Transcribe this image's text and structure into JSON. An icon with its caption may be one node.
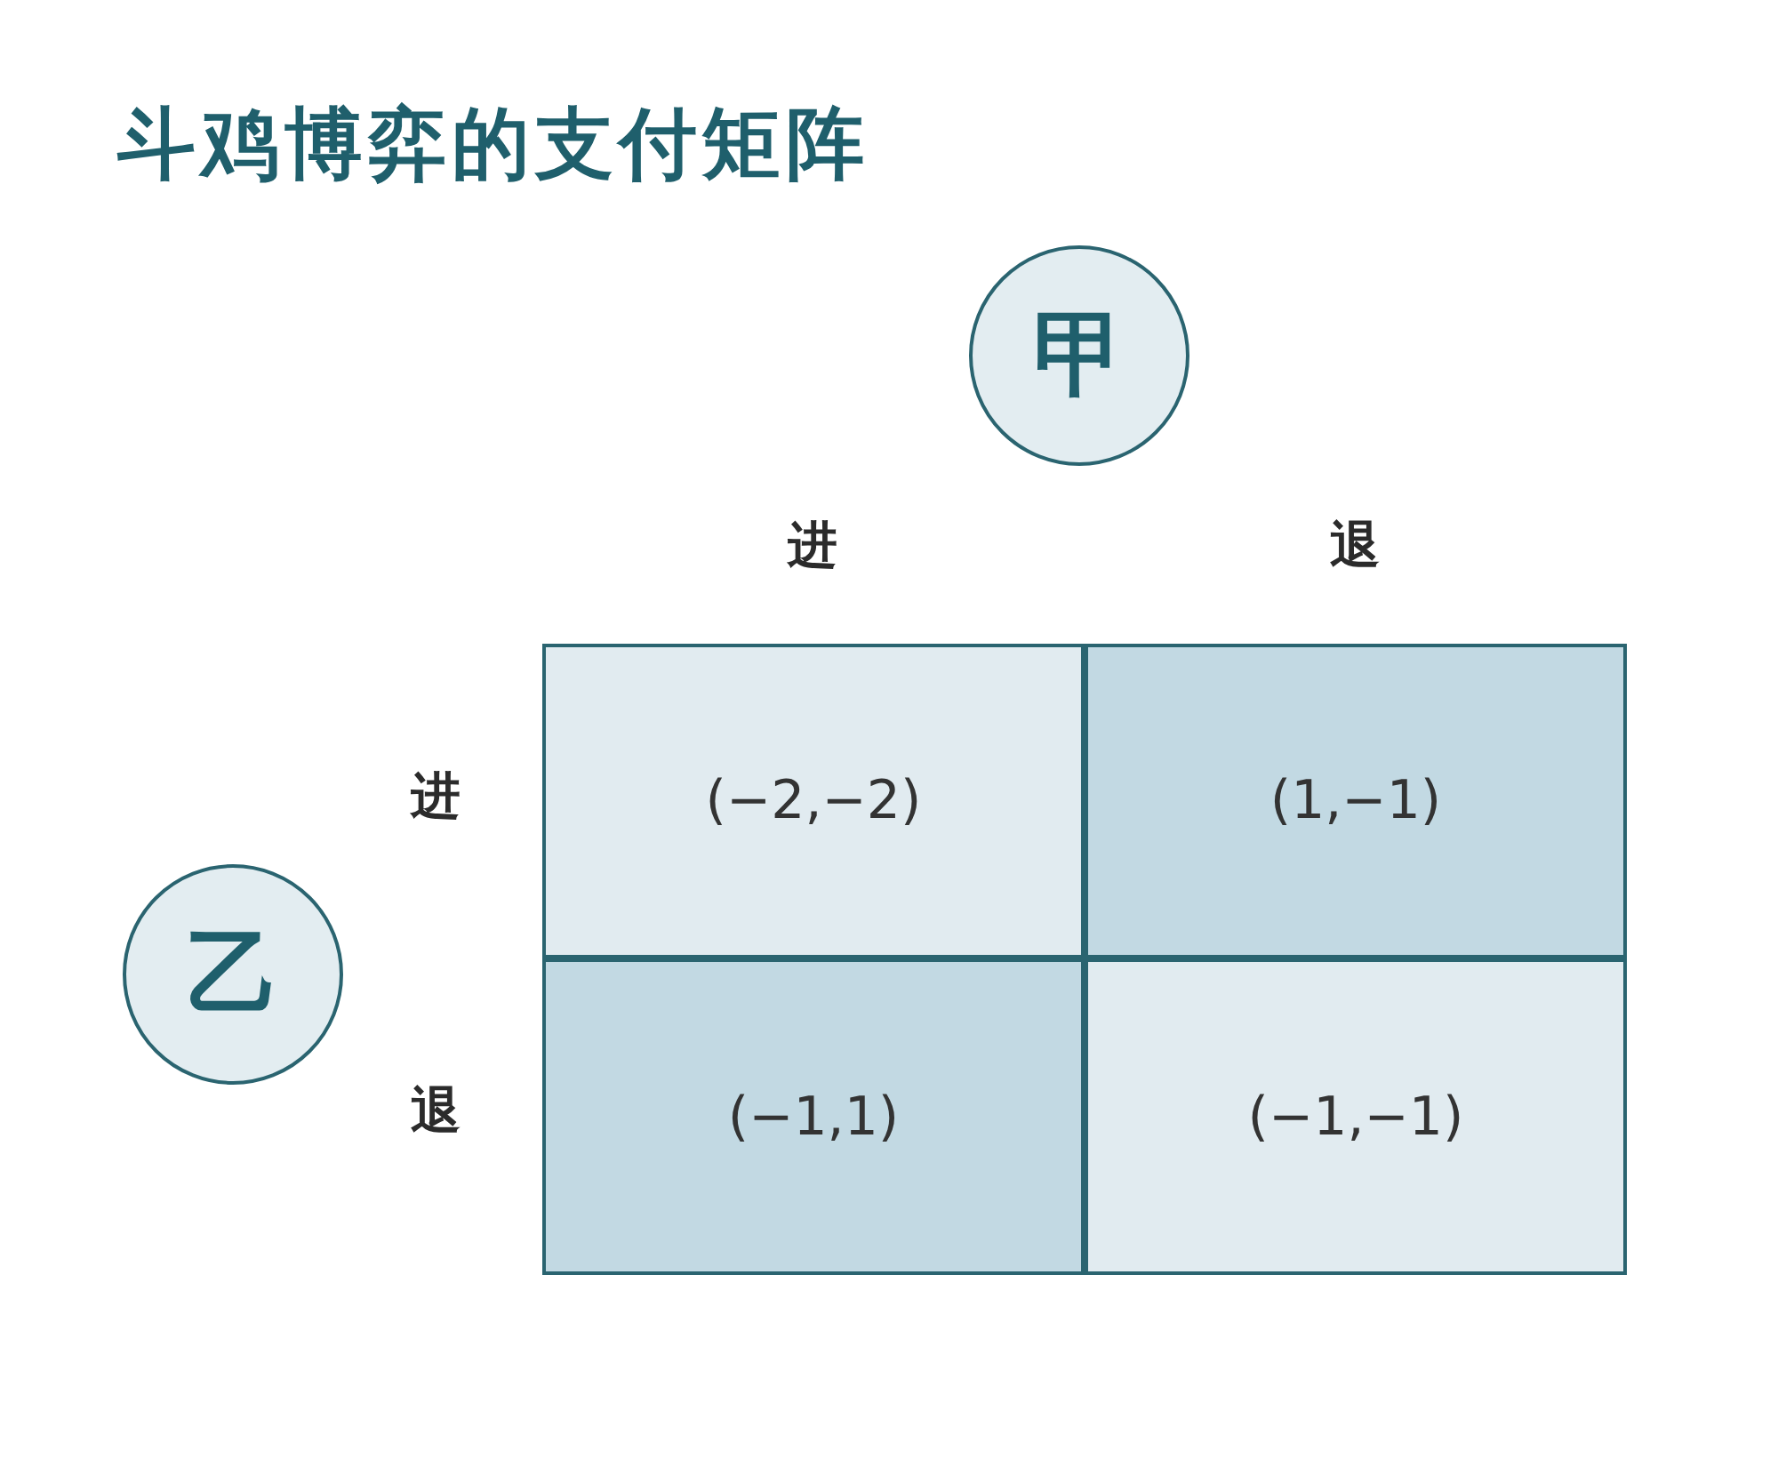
{
  "diagram": {
    "title": "斗鸡博弈的支付矩阵",
    "nodes": [
      {
        "text": [
          "甲"
        ]
      },
      {
        "text": [
          "乙"
        ]
      },
      {
        "text": [
          "(−2,−2)"
        ]
      },
      {
        "text": [
          "(1,−1)"
        ]
      },
      {
        "text": [
          "(−1,1)"
        ]
      },
      {
        "text": [
          "(−1,−1)"
        ]
      }
    ],
    "labels": [
      "进",
      "退",
      "进",
      "退"
    ]
  }
}
